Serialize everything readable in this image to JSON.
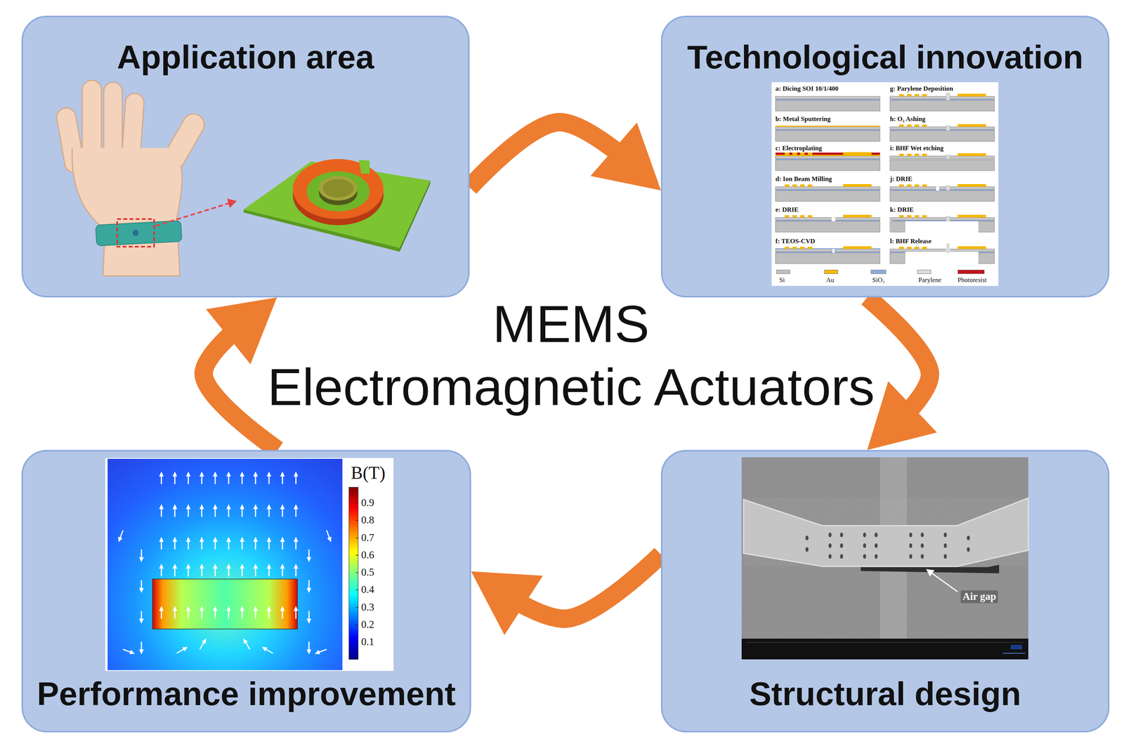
{
  "diagram": {
    "nodes": [
      {
        "text": [
          "Application area"
        ]
      },
      {
        "text": [
          "Technological innovation"
        ]
      },
      {
        "text": [
          "Performance improvement"
        ]
      },
      {
        "text": [
          "Structural design"
        ]
      }
    ],
    "edges": [
      {
        "from": 0,
        "to": 1,
        "arrow": "to"
      },
      {
        "from": 1,
        "to": 3,
        "arrow": "to"
      },
      {
        "from": 3,
        "to": 2,
        "arrow": "to"
      },
      {
        "from": 2,
        "to": 0,
        "arrow": "to"
      }
    ],
    "labels": [
      "MEMS",
      "Electromagnetic Actuators",
      "a: Dicing SOI 10/1/400",
      "b: Metal Sputtering",
      "c: Electroplating",
      "d: Ion Beam Milling",
      "e: DRIE",
      "f: TEOS-CVD",
      "g: Parylene Deposition",
      "h: O₂ Ashing",
      "i: BHF Wet etching",
      "j: DRIE",
      "k: DRIE",
      "l: BHF Release",
      "B(T)",
      "0.9",
      "0.8",
      "0.7",
      "0.6",
      "0.5",
      "0.4",
      "0.3",
      "0.2",
      "0.1",
      "Air gap"
    ],
    "legend": [
      {
        "text": "Si",
        "color": "#bfbfbf"
      },
      {
        "text": "Au",
        "color": "#f5b700"
      },
      {
        "text": "SiO₂",
        "color": "#8ea9db"
      },
      {
        "text": "Parylene",
        "color": "#dcdcdc"
      },
      {
        "text": "Photoresist",
        "color": "#c0141c"
      }
    ]
  }
}
